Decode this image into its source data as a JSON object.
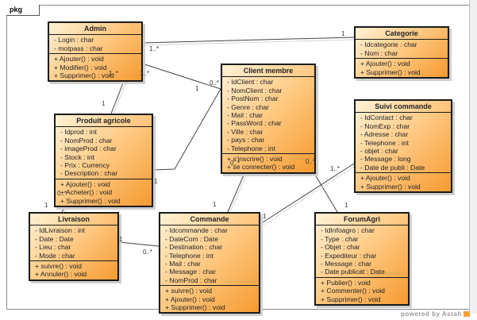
{
  "package": {
    "label": "pkg"
  },
  "footer": {
    "powered_by": "powered by Astah"
  },
  "classes": {
    "admin": {
      "name": "Admin",
      "attributes": [
        "- Login : char",
        "- motpass : char"
      ],
      "operations": [
        "+ Ajouter() : void",
        "+ Modifier() : void",
        "+ Supprimer() : void"
      ]
    },
    "categorie": {
      "name": "Categorie",
      "attributes": [
        "- Idcategorie : char",
        "- Nom : char"
      ],
      "operations": [
        "+ Ajouter() : void",
        "+ Supprimer() : void"
      ]
    },
    "client": {
      "name": "Client membre",
      "attributes": [
        "- IdClient : char",
        "- NomClient : char",
        "- PostNom : char",
        "- Genre : char",
        "- Mail : char",
        "- PassWord : char",
        "- Ville : char",
        "- pays : char",
        "- Telephone : int"
      ],
      "operations": [
        "+ s'inscrire() : void",
        "+ se connecter() : void"
      ]
    },
    "produit": {
      "name": "Produit agricole",
      "attributes": [
        "- Idprod : int",
        "- NomProd : char",
        "- imageProd : char",
        "- Stock : int",
        "- Prix : Currency",
        "- Description : char"
      ],
      "operations": [
        "+ Ajouter() : void",
        "+ Acheter() : void",
        "+ Supprimer() : void"
      ]
    },
    "suivi": {
      "name": "Suivi commande",
      "attributes": [
        "- IdContact : char",
        "- NomExp : char",
        "- Adresse : char",
        "- Telephone : int",
        "- objet : char",
        "- Message : long",
        "- Date de publi : Date"
      ],
      "operations": [
        "+ Ajouter() : void",
        "+ Supprimer() : void"
      ]
    },
    "livraison": {
      "name": "Livraison",
      "attributes": [
        "- IdLivraison : int",
        "- Date : Date",
        "- Lieu : char",
        "- Mode : char"
      ],
      "operations": [
        "+ suivre() : void",
        "+ Annuler() : void"
      ]
    },
    "commande": {
      "name": "Commande",
      "attributes": [
        "- Idcommande : char",
        "- DateCom : Date",
        "- Destination : char",
        "- Telephone : int",
        "- Mail : char",
        "- Message : char",
        "- NomProd : char"
      ],
      "operations": [
        "+ suivre() : void",
        "+ Ajouter() : void",
        "+ Supprimer() : void"
      ]
    },
    "forum": {
      "name": "ForumAgri",
      "attributes": [
        "- IdInfoagro : char",
        "- Type : char",
        "- Objet : char",
        "- Expediteur : char",
        "- Message : char",
        "- Date publicat : Date"
      ],
      "operations": [
        "+ Publier() : void",
        "+ Commenter() : void",
        "+ Supprimer() : void"
      ]
    }
  },
  "multiplicities": {
    "admin_categorie_a": "1..*",
    "admin_categorie_b": "1",
    "admin_produit_a": "1..*",
    "admin_produit_b": "1",
    "admin_client_a": "1..*",
    "admin_client_b": "1",
    "client_admin_end": "0..*",
    "produit_client": "1",
    "produit_livraison": "0..*",
    "livraison_produit": "1",
    "livraison_commande": "1",
    "commande_livraison": "0..*",
    "client_commande": "0..*",
    "commande_client": "1",
    "client_forum": "0..*",
    "forum_client": "1",
    "suivi_commande": "1..*",
    "commande_suivi": "1"
  }
}
